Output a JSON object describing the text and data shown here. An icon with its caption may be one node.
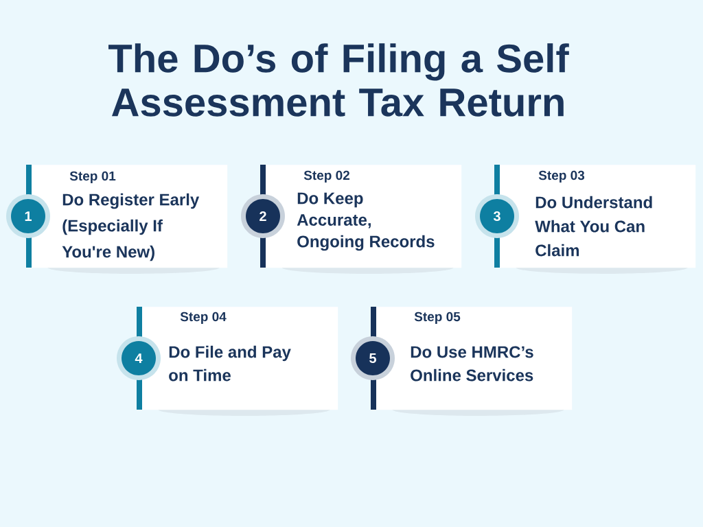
{
  "diagram": {
    "title": "The Do’s of Filing a Self Assessment Tax Return",
    "nodes": [
      {
        "text": [
          "1"
        ]
      },
      {
        "text": [
          "Step 01",
          "Do Register Early (Especially If You're New)"
        ]
      },
      {
        "text": [
          "2"
        ]
      },
      {
        "text": [
          "Step 02",
          "Do Keep Accurate, Ongoing Records"
        ]
      },
      {
        "text": [
          "3"
        ]
      },
      {
        "text": [
          "Step 03",
          "Do Understand What You Can Claim"
        ]
      },
      {
        "text": [
          "4"
        ]
      },
      {
        "text": [
          "Step 04",
          "Do File and Pay on Time"
        ]
      },
      {
        "text": [
          "5"
        ]
      },
      {
        "text": [
          "Step 05",
          "Do Use HMRC’s Online Services"
        ]
      }
    ]
  }
}
